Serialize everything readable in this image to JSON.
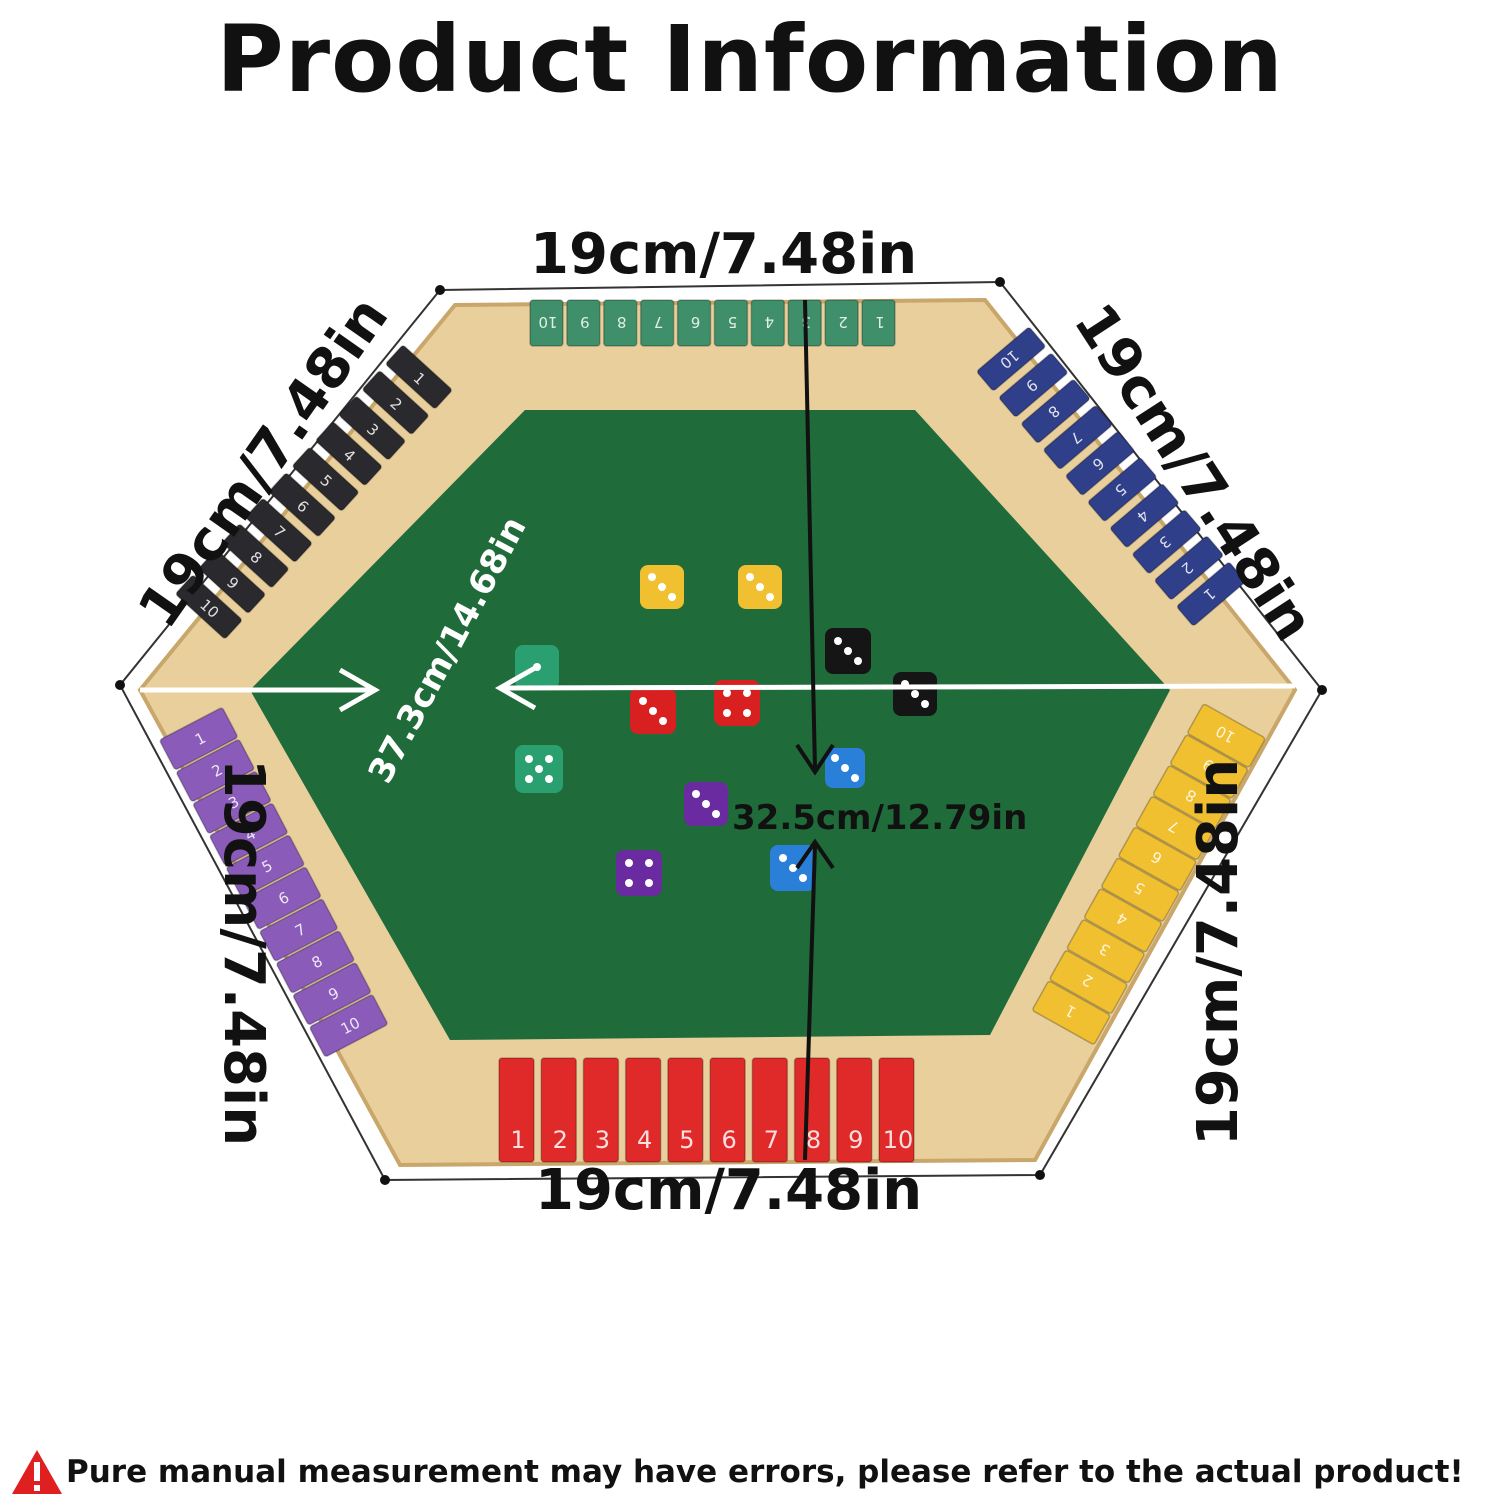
{
  "title": "Product Information",
  "dimensions": {
    "side_top": "19cm/7.48in",
    "side_top_left": "19cm/7.48in",
    "side_top_right": "19cm/7.48in",
    "side_bottom_left": "19cm/7.48in",
    "side_bottom_right": "19cm/7.48in",
    "side_bottom": "19cm/7.48in",
    "diagonal": "37.3cm/14.68in",
    "height": "32.5cm/12.79in"
  },
  "tiles": {
    "numbers": [
      "1",
      "2",
      "3",
      "4",
      "5",
      "6",
      "7",
      "8",
      "9",
      "10"
    ],
    "colors": {
      "green": "#3f8f6a",
      "blue": "#2f3f8a",
      "black": "#2a2a2e",
      "purple": "#8a5bb8",
      "yellow": "#f0c030",
      "red": "#e02a2a"
    }
  },
  "board": {
    "felt_color": "#1f6b3a",
    "wood_color": "#e8cf9c"
  },
  "footer": {
    "icon": "warning-icon",
    "text": "Pure manual measurement may have errors, please refer to the actual product!"
  }
}
